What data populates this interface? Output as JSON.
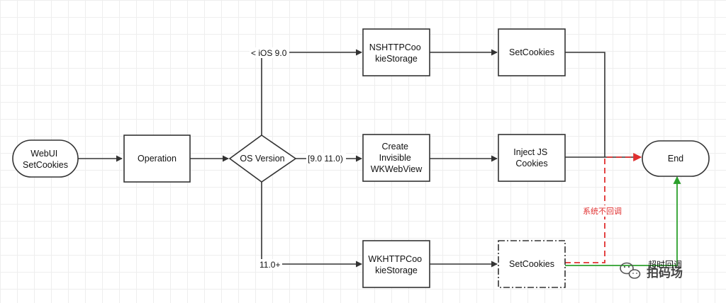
{
  "diagram": {
    "nodes": {
      "start": [
        "WebUI",
        "SetCookies"
      ],
      "operation": [
        "Operation"
      ],
      "decision": [
        "OS Version"
      ],
      "ns_storage": [
        "NSHTTPCoo",
        "kieStorage"
      ],
      "create_webview": [
        "Create",
        "Invisible",
        "WKWebView"
      ],
      "wk_storage": [
        "WKHTTPCoo",
        "kieStorage"
      ],
      "set_cookies_top": [
        "SetCookies"
      ],
      "inject_js": [
        "Inject JS",
        "Cookies"
      ],
      "set_cookies_bottom": [
        "SetCookies"
      ],
      "end": [
        "End"
      ]
    },
    "edge_labels": {
      "branch_top": "< iOS 9.0",
      "branch_mid": "[9.0 11.0)",
      "branch_bottom": "11.0+",
      "no_callback": "系统不回调",
      "timeout_callback": "超时回调"
    },
    "colors": {
      "line": "#333333",
      "red_dashed": "#e03030",
      "green": "#2ca02c"
    }
  },
  "watermark": {
    "icon": "wechat-icon",
    "text": "拍码场"
  }
}
